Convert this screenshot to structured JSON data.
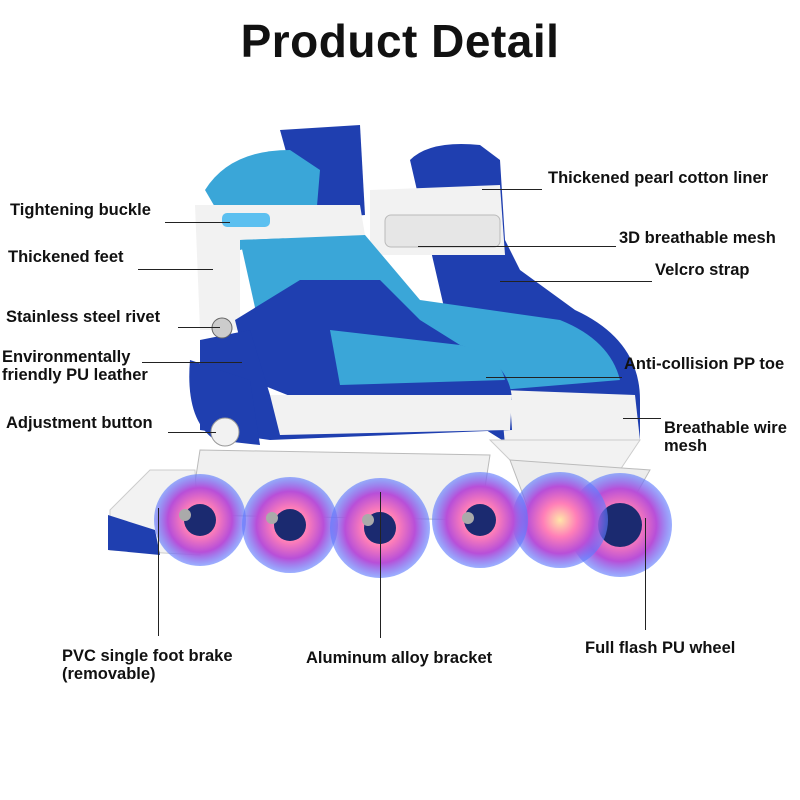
{
  "title": "Product Detail",
  "colors": {
    "boot_blue": "#1f3fb0",
    "mesh_blue": "#3aa6d8",
    "shell_white": "#f2f2f2",
    "wheel_glow": "#e0509a"
  },
  "labels": {
    "tightening_buckle": "Tightening buckle",
    "thickened_feet": "Thickened feet",
    "stainless_rivet": "Stainless steel rivet",
    "pu_leather_line1": "Environmentally",
    "pu_leather_line2": "friendly PU leather",
    "adjustment_button": "Adjustment button",
    "pearl_cotton_liner": "Thickened pearl cotton liner",
    "breathable_mesh_3d": "3D breathable mesh",
    "velcro_strap": "Velcro strap",
    "anti_collision_toe": "Anti-collision PP toe",
    "wire_mesh_line1": "Breathable wire",
    "wire_mesh_line2": "mesh",
    "foot_brake_line1": "PVC single foot brake",
    "foot_brake_line2": "(removable)",
    "alloy_bracket": "Aluminum alloy bracket",
    "flash_wheel": "Full flash PU wheel"
  }
}
